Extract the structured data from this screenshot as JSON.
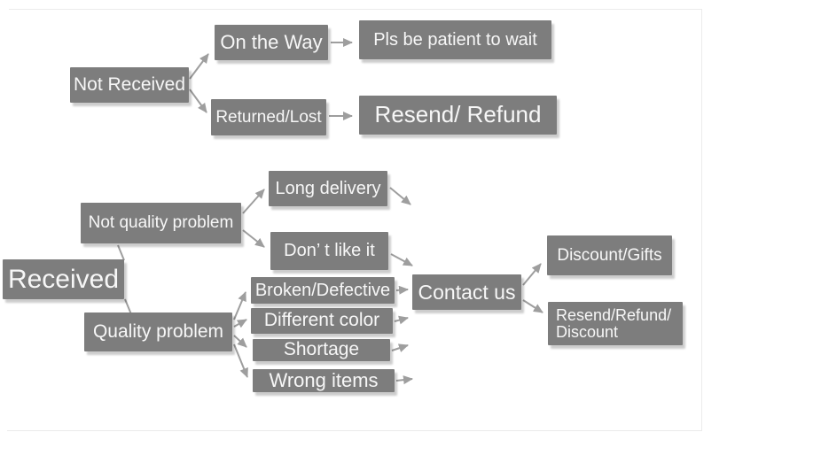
{
  "colors": {
    "box_fill": "#7d7d7d",
    "box_text": "#f7f7f7",
    "arrow": "#9e9e9e",
    "background": "#ffffff"
  },
  "nodes": {
    "not_received": {
      "label": "Not Received"
    },
    "on_the_way": {
      "label": "On the Way"
    },
    "pls_wait": {
      "label": "Pls be patient to wait"
    },
    "returned_lost": {
      "label": "Returned/Lost"
    },
    "resend_refund": {
      "label": "Resend/ Refund"
    },
    "received": {
      "label": "Received"
    },
    "not_quality": {
      "label": "Not quality problem"
    },
    "long_delivery": {
      "label": "Long delivery"
    },
    "dont_like": {
      "label": "Don’ t like it"
    },
    "broken": {
      "label": "Broken/Defective"
    },
    "diff_color": {
      "label": "Different color"
    },
    "shortage": {
      "label": "Shortage"
    },
    "wrong_items": {
      "label": "Wrong items"
    },
    "quality": {
      "label": "Quality problem"
    },
    "contact_us": {
      "label": "Contact us"
    },
    "discount_gifts": {
      "label": "Discount/Gifts"
    },
    "resend_refund_discount": {
      "label": "Resend/Refund/\nDiscount"
    }
  },
  "edges": [
    {
      "from": "Not Received",
      "to": "On the Way"
    },
    {
      "from": "Not Received",
      "to": "Returned/Lost"
    },
    {
      "from": "On the Way",
      "to": "Pls be patient to wait"
    },
    {
      "from": "Returned/Lost",
      "to": "Resend/ Refund"
    },
    {
      "from": "Received",
      "to": "Not quality problem"
    },
    {
      "from": "Received",
      "to": "Quality problem"
    },
    {
      "from": "Not quality problem",
      "to": "Long delivery"
    },
    {
      "from": "Not quality problem",
      "to": "Don’ t like it"
    },
    {
      "from": "Long delivery",
      "to": "Contact us"
    },
    {
      "from": "Don’ t like it",
      "to": "Contact us"
    },
    {
      "from": "Quality problem",
      "to": "Broken/Defective"
    },
    {
      "from": "Quality problem",
      "to": "Different color"
    },
    {
      "from": "Quality problem",
      "to": "Shortage"
    },
    {
      "from": "Quality problem",
      "to": "Wrong items"
    },
    {
      "from": "Broken/Defective",
      "to": "Contact us"
    },
    {
      "from": "Different color",
      "to": "Contact us"
    },
    {
      "from": "Shortage",
      "to": "Contact us"
    },
    {
      "from": "Wrong items",
      "to": "Contact us"
    },
    {
      "from": "Contact us",
      "to": "Discount/Gifts"
    },
    {
      "from": "Contact us",
      "to": "Resend/Refund/Discount"
    }
  ]
}
